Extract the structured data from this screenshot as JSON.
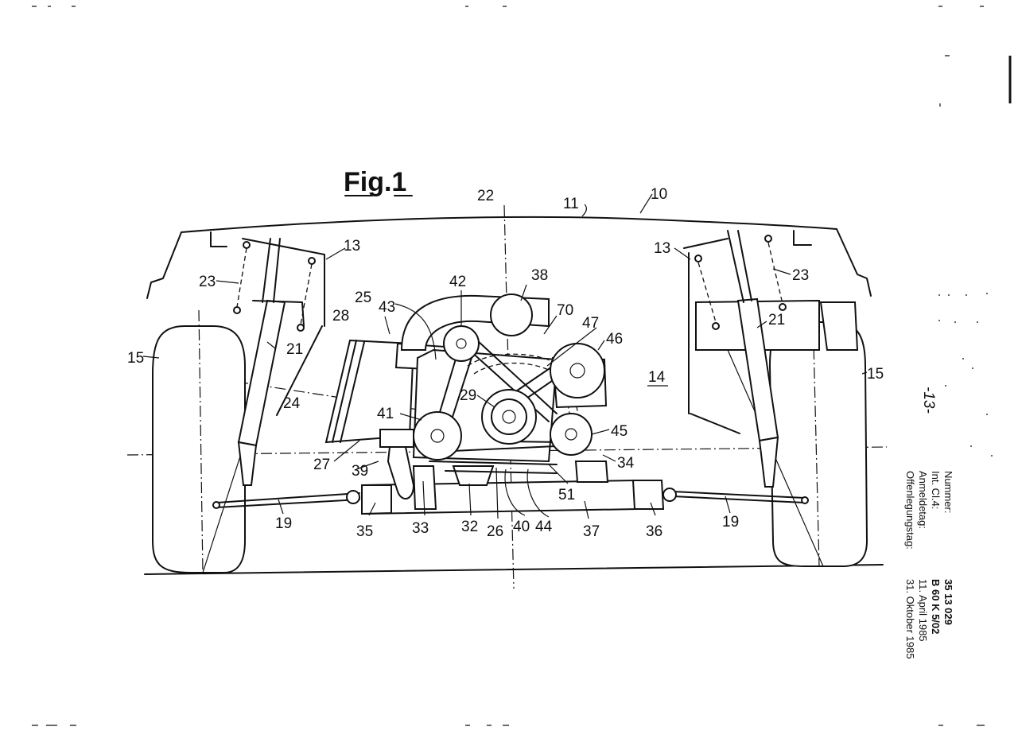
{
  "figure": {
    "title": "Fig.1",
    "page_marker": "-13-"
  },
  "labels": {
    "l10": "10",
    "l11": "11",
    "l13a": "13",
    "l13b": "13",
    "l14": "14",
    "l15a": "15",
    "l15b": "15",
    "l19a": "19",
    "l19b": "19",
    "l21a": "21",
    "l21b": "21",
    "l22": "22",
    "l23a": "23",
    "l23b": "23",
    "l24": "24",
    "l25": "25",
    "l26": "26",
    "l27": "27",
    "l28": "28",
    "l29": "29",
    "l32": "32",
    "l33": "33",
    "l34": "34",
    "l35": "35",
    "l36": "36",
    "l37": "37",
    "l38": "38",
    "l39": "39",
    "l40": "40",
    "l41": "41",
    "l42": "42",
    "l43": "43",
    "l44": "44",
    "l45": "45",
    "l46": "46",
    "l47": "47",
    "l51": "51",
    "l70": "70"
  },
  "sidebar": {
    "fields": [
      "Nummer:",
      "Int. Cl.4:",
      "Anmeldetag:",
      "Offenlegungstag:"
    ],
    "values": [
      "35 13 029",
      "B 60 K 5/02",
      "11. April 1985",
      "31. Oktober 1985"
    ]
  }
}
